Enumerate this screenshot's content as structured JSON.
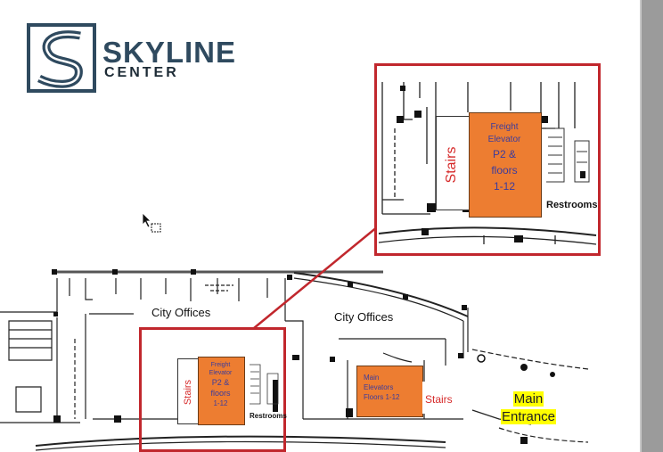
{
  "logo": {
    "word1": "SKYLINE",
    "word2": "CENTER"
  },
  "rooms": {
    "city_offices_left": "City Offices",
    "city_offices_right": "City Offices"
  },
  "freight": {
    "line1": "Freight",
    "line2": "Elevator",
    "line3": "P2 &",
    "line4": "floors",
    "line5": "1-12"
  },
  "main_elevators": {
    "line1": "Main",
    "line2": "Elevators",
    "line3": "Floors 1-12"
  },
  "labels": {
    "stairs": "Stairs",
    "restrooms": "Restrooms",
    "main": "Main",
    "entrance": "Entrance"
  },
  "colors": {
    "highlight_red": "#c1272d",
    "elevator_orange": "#ed7d31",
    "elevator_text": "#3c3c9c",
    "stairs_red": "#d62a2a",
    "entrance_yellow": "#ffff00",
    "logo_blue": "#2f4a5f"
  }
}
